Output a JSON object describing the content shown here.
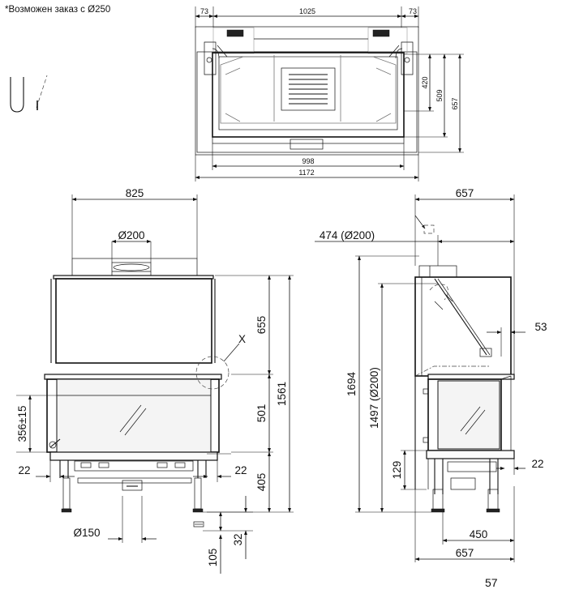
{
  "note": "*Возможен заказ с Ø250",
  "page_number": "57",
  "top_view": {
    "width_top_left": "73",
    "width_top_center": "1025",
    "width_top_right": "73",
    "depth_inner": "420",
    "depth_middle": "509",
    "depth_total": "657",
    "width_inner": "998",
    "width_total": "1172"
  },
  "front_view": {
    "width": "825",
    "flue_diameter": "Ø200",
    "height_upper": "655",
    "height_glass": "501",
    "height_bottom": "405",
    "height_total": "1561",
    "door_height": "356±15",
    "side_left": "22",
    "side_right": "22",
    "air_diameter": "Ø150",
    "foot_adjust": "32",
    "foot_total": "105",
    "detail_label": "X"
  },
  "side_view": {
    "depth_top": "657",
    "flue_offset": "474 (Ø200)",
    "height_total": "1694",
    "height_flue": "1497 (Ø200)",
    "offset_right": "53",
    "height_low": "129",
    "side_right": "22",
    "depth_base": "450",
    "depth_bottom": "657"
  }
}
